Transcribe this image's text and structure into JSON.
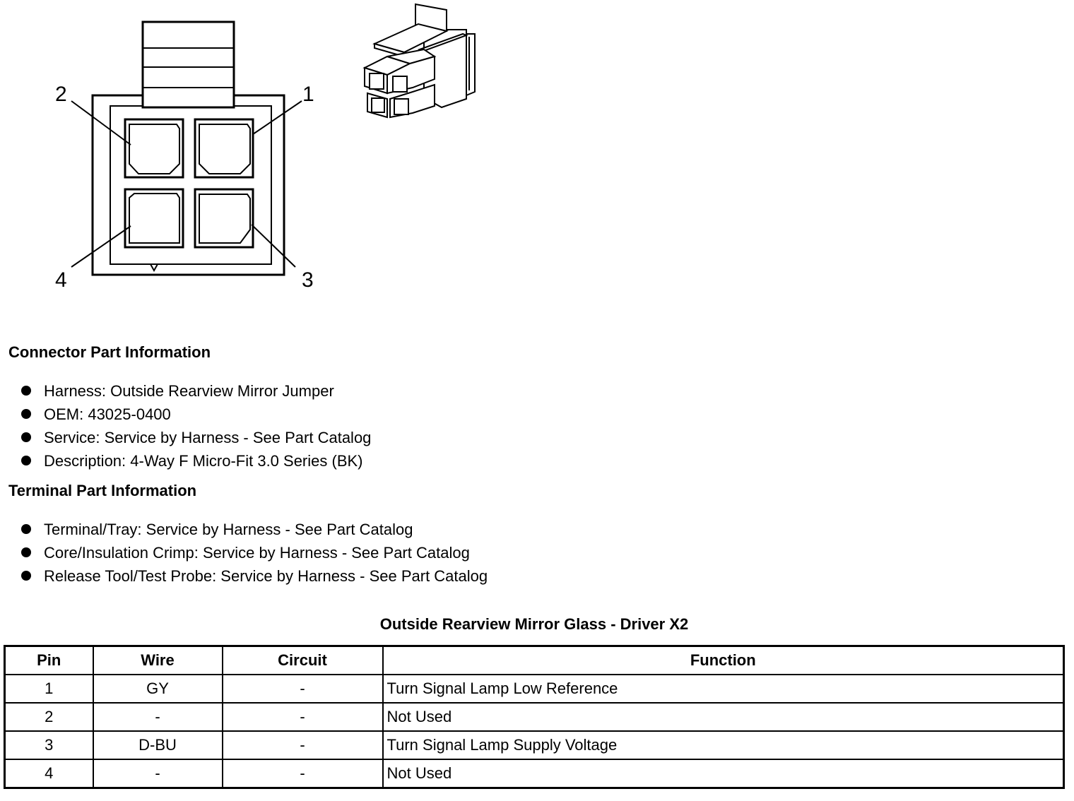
{
  "diagram": {
    "pin_labels": [
      "1",
      "2",
      "3",
      "4"
    ]
  },
  "connector_info": {
    "heading": "Connector Part Information",
    "items": [
      "Harness: Outside Rearview Mirror Jumper",
      "OEM: 43025-0400",
      "Service: Service by Harness - See Part Catalog",
      "Description: 4-Way F Micro-Fit 3.0 Series (BK)"
    ]
  },
  "terminal_info": {
    "heading": "Terminal Part Information",
    "items": [
      "Terminal/Tray: Service by Harness - See Part Catalog",
      "Core/Insulation Crimp: Service by Harness - See Part Catalog",
      "Release Tool/Test Probe: Service by Harness - See Part Catalog"
    ]
  },
  "pinout_table": {
    "title": "Outside Rearview Mirror Glass - Driver X2",
    "headers": [
      "Pin",
      "Wire",
      "Circuit",
      "Function"
    ],
    "rows": [
      [
        "1",
        "GY",
        "-",
        "Turn Signal Lamp Low Reference"
      ],
      [
        "2",
        "-",
        "-",
        "Not Used"
      ],
      [
        "3",
        "D-BU",
        "-",
        "Turn Signal Lamp Supply Voltage"
      ],
      [
        "4",
        "-",
        "-",
        "Not Used"
      ]
    ]
  }
}
